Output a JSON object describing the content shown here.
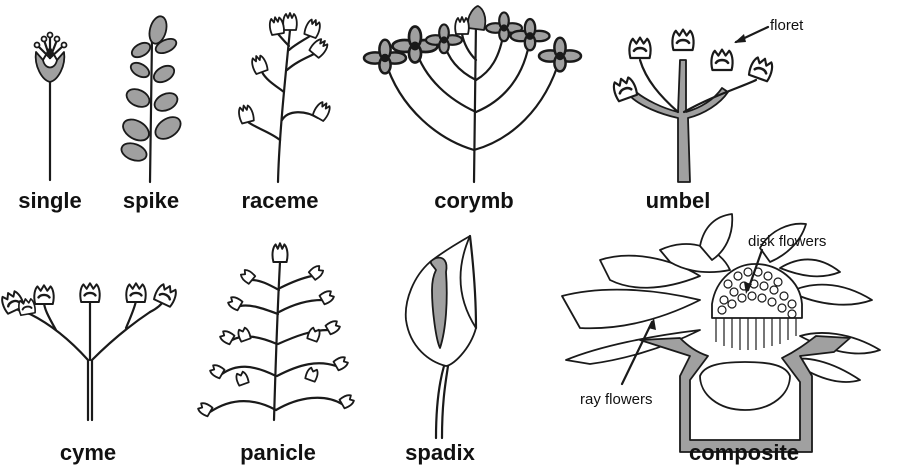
{
  "labels": {
    "single": "single",
    "spike": "spike",
    "raceme": "raceme",
    "corymb": "corymb",
    "umbel": "umbel",
    "cyme": "cyme",
    "panicle": "panicle",
    "spadix": "spadix",
    "composite": "composite"
  },
  "annotations": {
    "floret": "floret",
    "disk_flowers": "disk flowers",
    "ray_flowers": "ray flowers"
  },
  "colors": {
    "ink": "#1a1a1a",
    "fill_grey": "#a0a0a0",
    "background": "#ffffff"
  }
}
